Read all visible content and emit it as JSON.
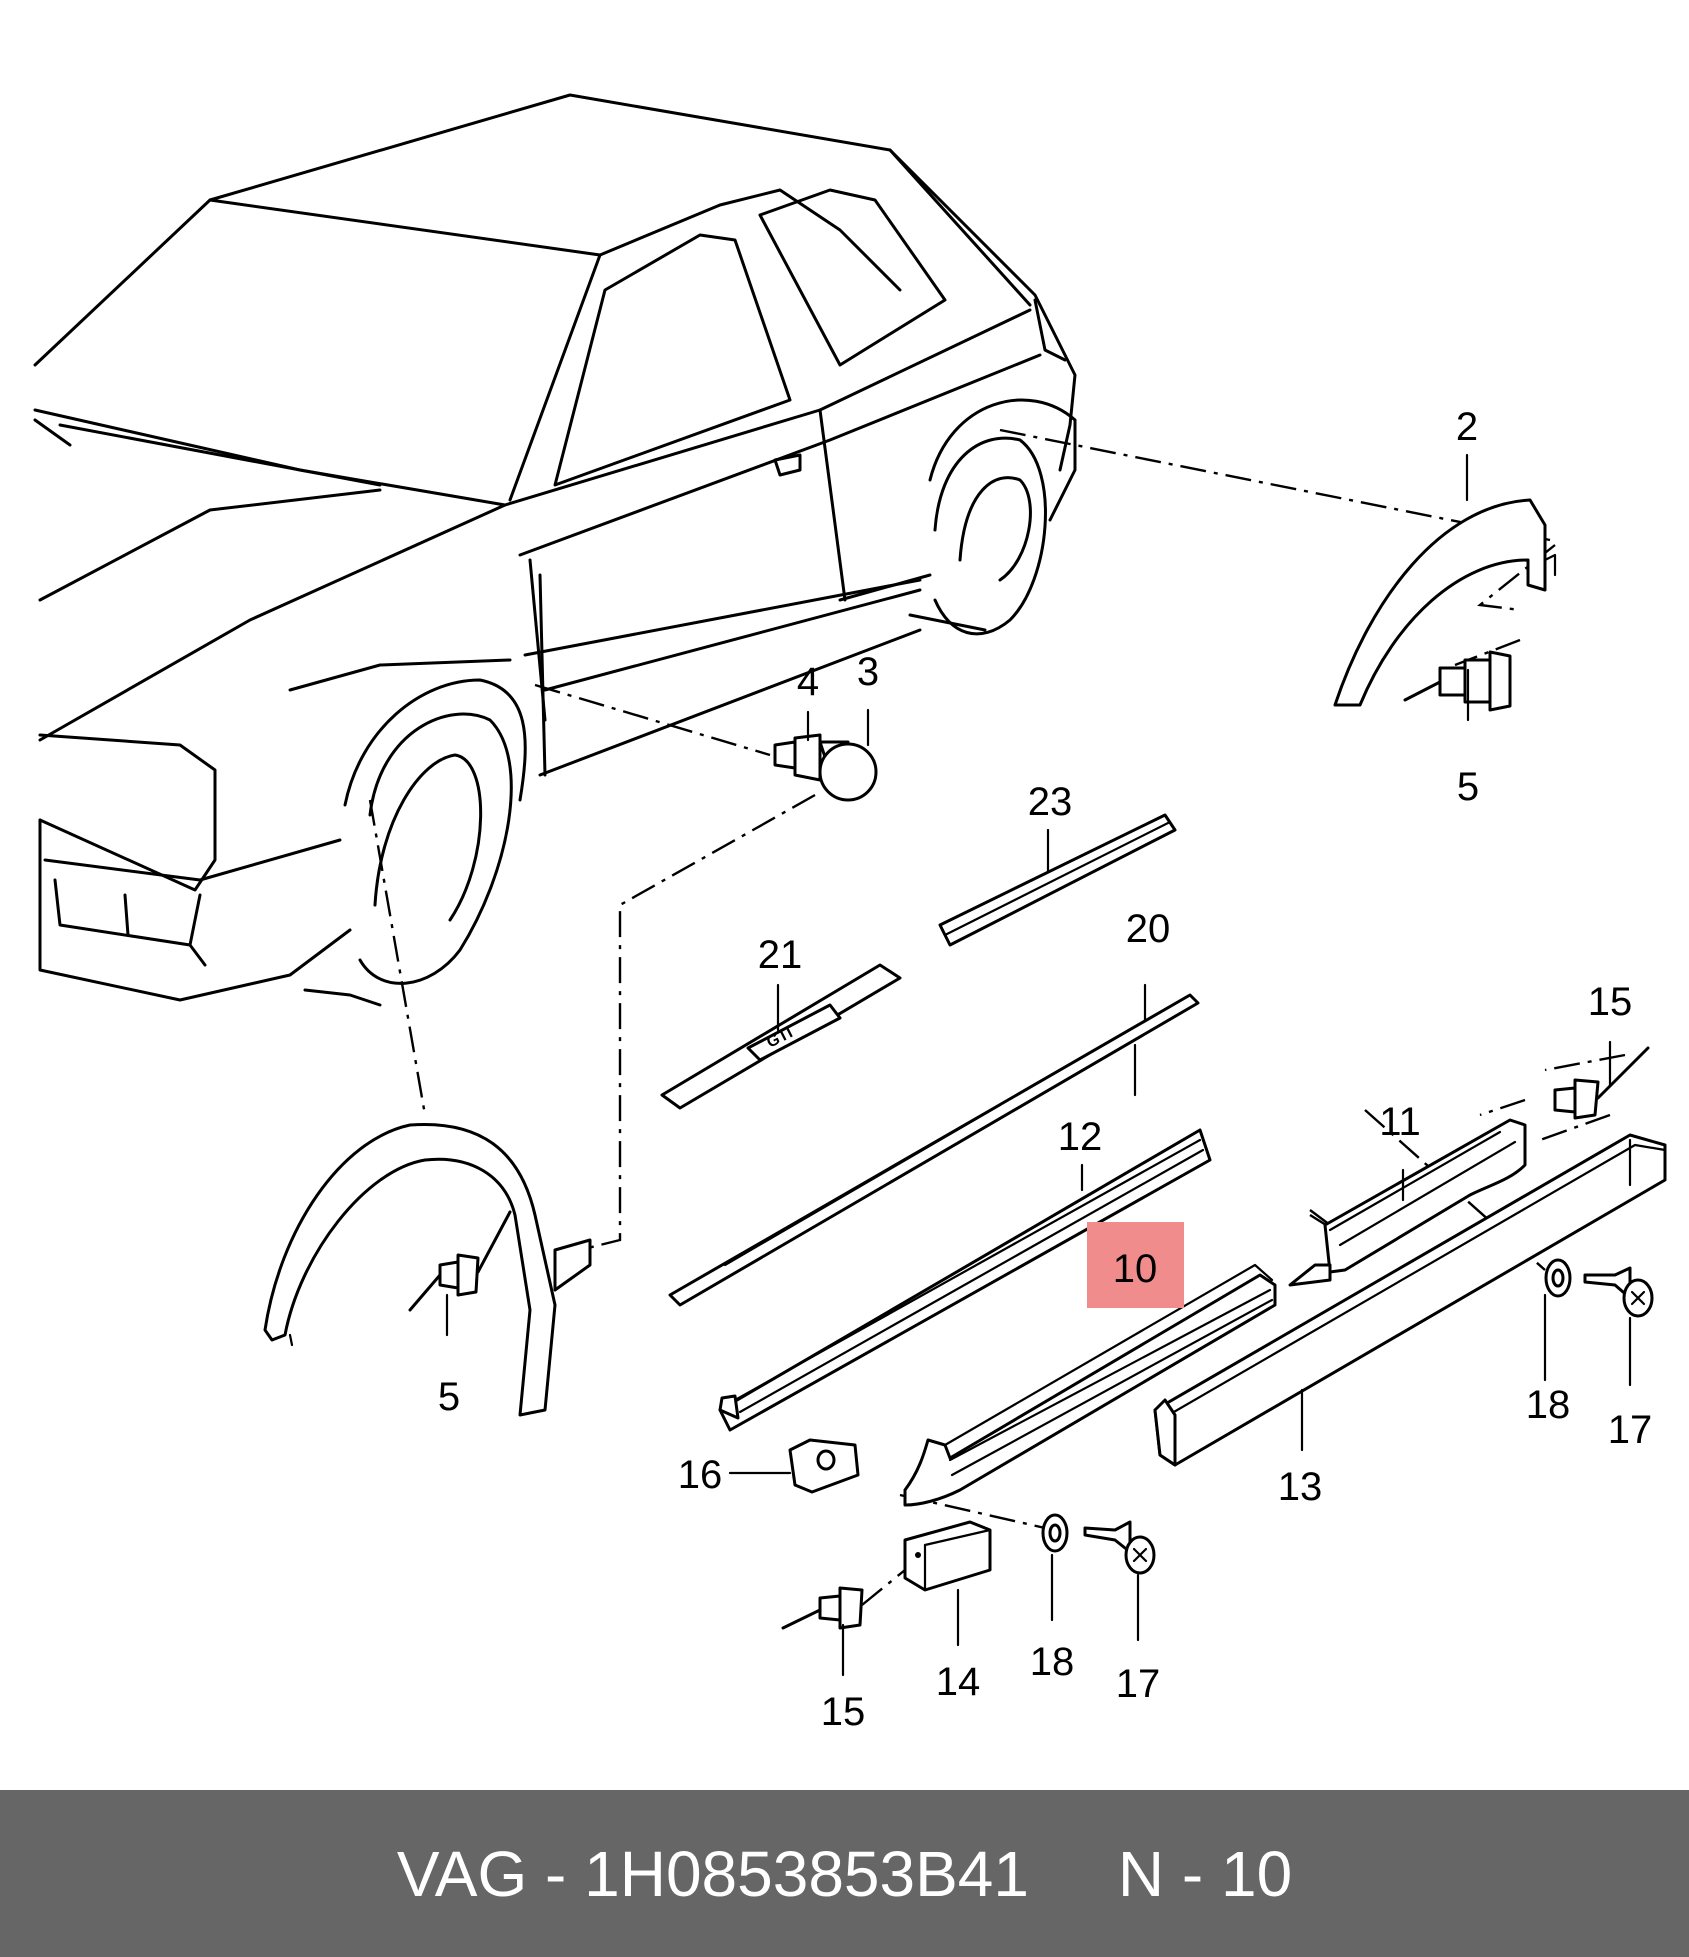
{
  "footer": {
    "brand": "VAG",
    "separator": "-",
    "part_number": "1H0853853B41",
    "position_prefix": "N",
    "position_separator": "-",
    "position_number": "10"
  },
  "labels": {
    "l2": "2",
    "l3": "3",
    "l4": "4",
    "l5a": "5",
    "l5b": "5",
    "l10": "10",
    "l11": "11",
    "l12": "12",
    "l13": "13",
    "l14": "14",
    "l15a": "15",
    "l15b": "15",
    "l16": "16",
    "l17a": "17",
    "l17b": "17",
    "l18a": "18",
    "l18b": "18",
    "l20": "20",
    "l21": "21",
    "l23": "23"
  },
  "badge_text": "GTI",
  "colors": {
    "highlight": "#f08c8c",
    "footer_bg": "#666666",
    "footer_text": "#ffffff"
  }
}
